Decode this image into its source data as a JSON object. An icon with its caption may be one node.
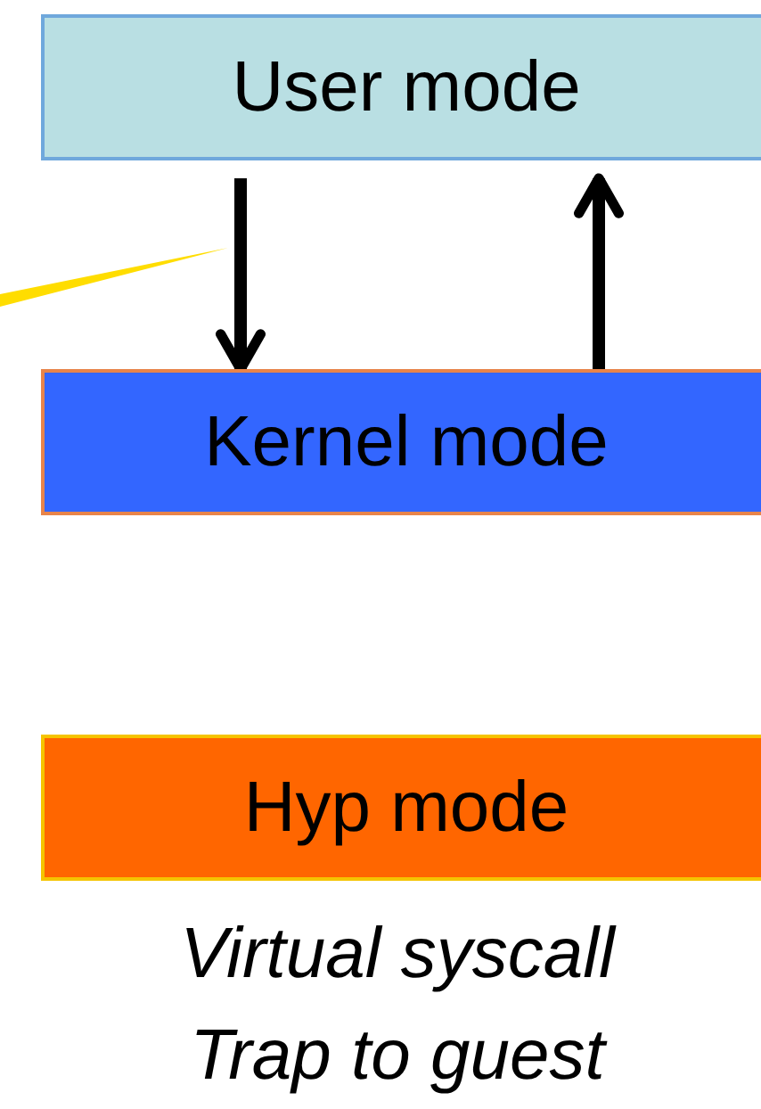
{
  "diagram": {
    "nodes": [
      {
        "text": [
          "User mode"
        ]
      },
      {
        "text": [
          "Kernel mode"
        ]
      },
      {
        "text": [
          "Hyp mode"
        ],
        "beside": [
          "Virtual syscall",
          "Trap to guest"
        ]
      },
      {
        "text": [],
        "shape": "wedge"
      }
    ],
    "edges": [
      {
        "from": 0,
        "to": 1,
        "arrow": "to"
      },
      {
        "from": 1,
        "to": 0,
        "arrow": "to"
      }
    ]
  }
}
